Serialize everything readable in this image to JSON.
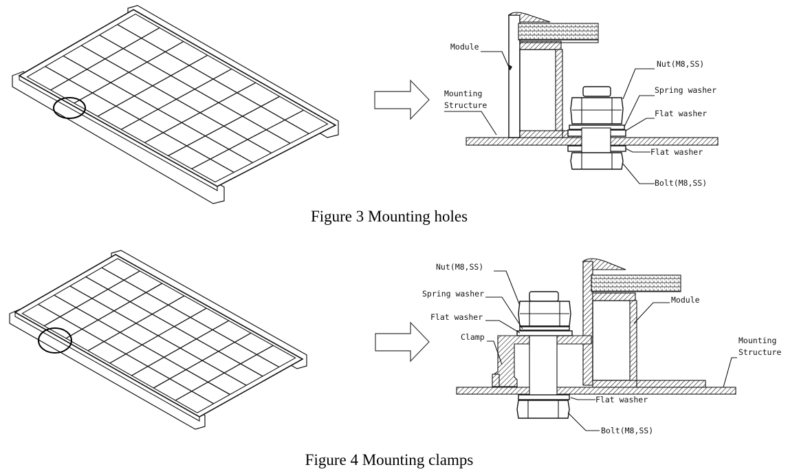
{
  "figure3": {
    "caption": "Figure 3 Mounting holes",
    "labels": {
      "module": "Module",
      "mounting_structure_1": "Mounting",
      "mounting_structure_2": "Structure",
      "nut": "Nut(M8,SS)",
      "spring_washer": "Spring washer",
      "flat_washer_top": "Flat washer",
      "flat_washer_bottom": "Flat washer",
      "bolt": "Bolt(M8,SS)"
    }
  },
  "figure4": {
    "caption": "Figure 4 Mounting clamps",
    "labels": {
      "nut": "Nut(M8,SS)",
      "spring_washer": "Spring washer",
      "flat_washer_top": "Flat washer",
      "clamp": "Clamp",
      "module": "Module",
      "mounting_structure_1": "Mounting",
      "mounting_structure_2": "Structure",
      "flat_washer_bottom": "Flat washer",
      "bolt": "Bolt(M8,SS)"
    }
  }
}
